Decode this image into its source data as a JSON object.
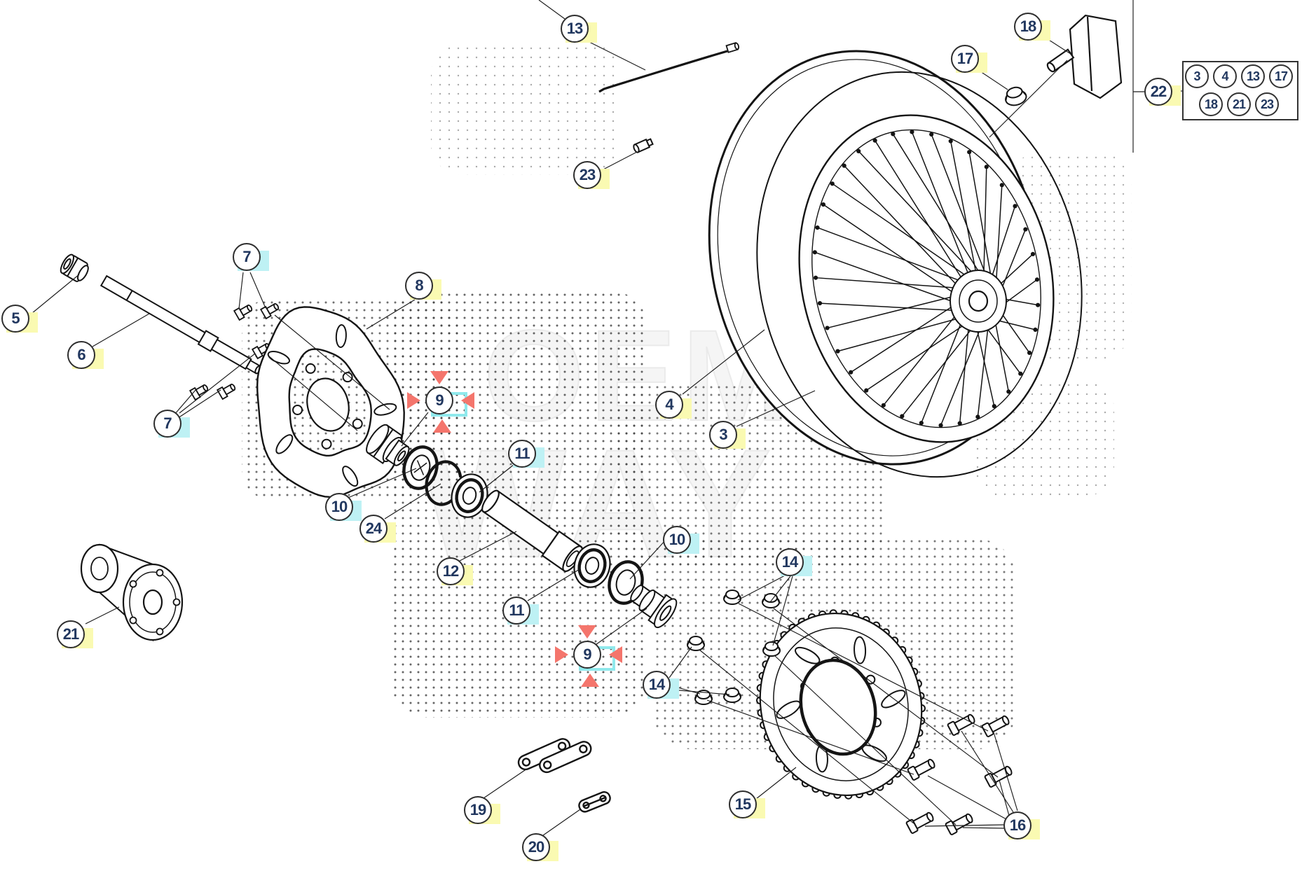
{
  "watermark": {
    "line1": "OEM",
    "line2": "WAY"
  },
  "colors": {
    "highlight_yellow": "#FAFAB2",
    "highlight_cyan": "#BEF1F4",
    "selected_frame": "#8FE9EC",
    "selected_arrow": "#F4756C",
    "number_color": "#21375F",
    "line_color": "#141414"
  },
  "selected_callout": "9",
  "legend": {
    "callout_label": "22",
    "row1": [
      "3",
      "4",
      "13",
      "17"
    ],
    "row2": [
      "18",
      "21",
      "23"
    ]
  },
  "callouts": [
    {
      "label": "13",
      "style": "yellow"
    },
    {
      "label": "23",
      "style": "yellow"
    },
    {
      "label": "17",
      "style": "yellow"
    },
    {
      "label": "18",
      "style": "yellow"
    },
    {
      "label": "22",
      "style": "yellow"
    },
    {
      "label": "5",
      "style": "yellow"
    },
    {
      "label": "6",
      "style": "yellow"
    },
    {
      "label": "7",
      "style": "cyan"
    },
    {
      "label": "7",
      "style": "cyan"
    },
    {
      "label": "8",
      "style": "yellow"
    },
    {
      "label": "9",
      "style": "selected"
    },
    {
      "label": "10",
      "style": "cyan"
    },
    {
      "label": "24",
      "style": "yellow"
    },
    {
      "label": "11",
      "style": "cyan"
    },
    {
      "label": "12",
      "style": "yellow"
    },
    {
      "label": "11",
      "style": "cyan"
    },
    {
      "label": "10",
      "style": "cyan"
    },
    {
      "label": "9",
      "style": "selected"
    },
    {
      "label": "4",
      "style": "yellow"
    },
    {
      "label": "3",
      "style": "yellow"
    },
    {
      "label": "14",
      "style": "cyan"
    },
    {
      "label": "14",
      "style": "cyan"
    },
    {
      "label": "15",
      "style": "yellow"
    },
    {
      "label": "16",
      "style": "yellow"
    },
    {
      "label": "19",
      "style": "yellow"
    },
    {
      "label": "20",
      "style": "yellow"
    },
    {
      "label": "21",
      "style": "yellow"
    }
  ]
}
